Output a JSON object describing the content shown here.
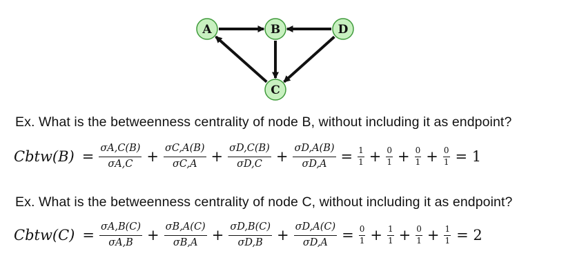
{
  "graph": {
    "nodes": [
      {
        "id": "A",
        "label": "A"
      },
      {
        "id": "B",
        "label": "B"
      },
      {
        "id": "C",
        "label": "C"
      },
      {
        "id": "D",
        "label": "D"
      }
    ],
    "edges": [
      {
        "from": "A",
        "to": "B"
      },
      {
        "from": "D",
        "to": "B"
      },
      {
        "from": "B",
        "to": "C"
      },
      {
        "from": "C",
        "to": "A"
      },
      {
        "from": "D",
        "to": "C"
      }
    ],
    "node_fill": "#c8f0c0",
    "node_stroke": "#3e9a3a"
  },
  "q1": {
    "question": "Ex. What is the betweenness centrality of node B, without including it as endpoint?",
    "lhs": "Cbtw(B)",
    "eq": "=",
    "terms": [
      {
        "num": "σA,C(B)",
        "den": "σA,C"
      },
      {
        "num": "σC,A(B)",
        "den": "σC,A"
      },
      {
        "num": "σD,C(B)",
        "den": "σD,C"
      },
      {
        "num": "σD,A(B)",
        "den": "σD,A"
      }
    ],
    "values": [
      {
        "num": "1",
        "den": "1"
      },
      {
        "num": "0",
        "den": "1"
      },
      {
        "num": "0",
        "den": "1"
      },
      {
        "num": "0",
        "den": "1"
      }
    ],
    "result": "= 1"
  },
  "q2": {
    "question": "Ex. What is the betweenness centrality of node C, without including it as endpoint?",
    "lhs": "Cbtw(C)",
    "eq": "=",
    "terms": [
      {
        "num": "σA,B(C)",
        "den": "σA,B"
      },
      {
        "num": "σB,A(C)",
        "den": "σB,A"
      },
      {
        "num": "σD,B(C)",
        "den": "σD,B"
      },
      {
        "num": "σD,A(C)",
        "den": "σD,A"
      }
    ],
    "values": [
      {
        "num": "0",
        "den": "1"
      },
      {
        "num": "1",
        "den": "1"
      },
      {
        "num": "0",
        "den": "1"
      },
      {
        "num": "1",
        "den": "1"
      }
    ],
    "result": "= 2"
  },
  "plus": "+"
}
